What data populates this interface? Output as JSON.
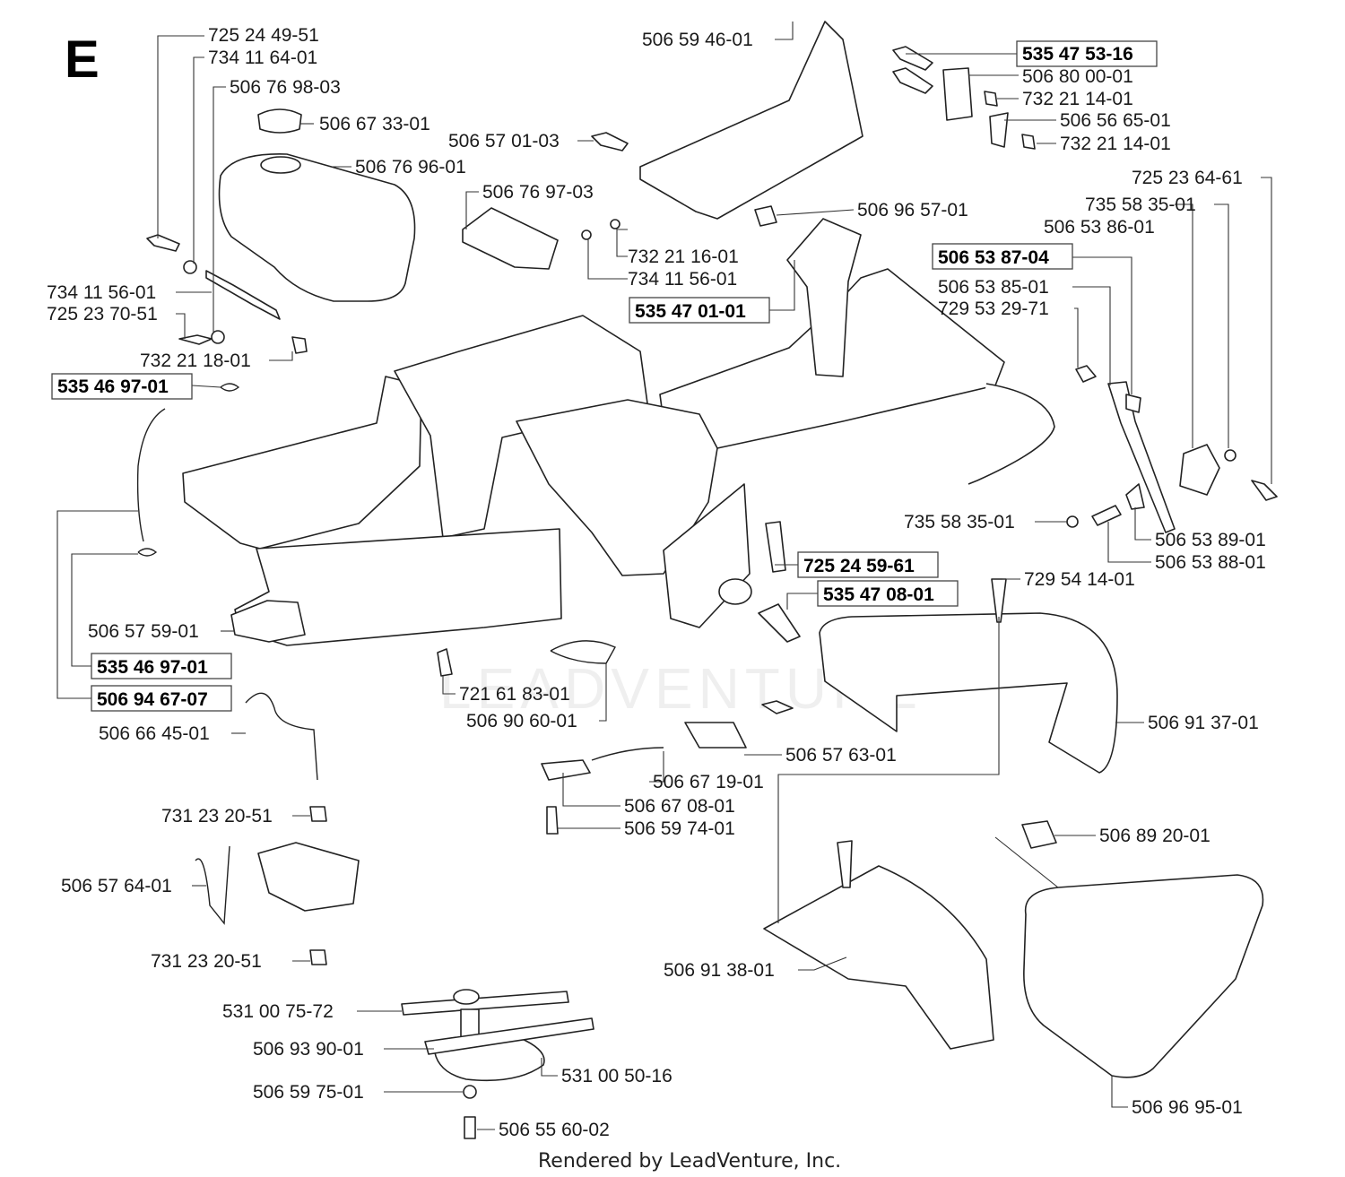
{
  "section_letter": "E",
  "footer": "Rendered by LeadVenture, Inc.",
  "watermark": "LEADVENTURE",
  "labels": [
    {
      "id": "l01",
      "text": "725 24 49-51",
      "boxed": false
    },
    {
      "id": "l02",
      "text": "734 11 64-01",
      "boxed": false
    },
    {
      "id": "l03",
      "text": "506 76 98-03",
      "boxed": false
    },
    {
      "id": "l04",
      "text": "506 67 33-01",
      "boxed": false
    },
    {
      "id": "l05",
      "text": "506 76 96-01",
      "boxed": false
    },
    {
      "id": "l06",
      "text": "506 76 97-03",
      "boxed": false
    },
    {
      "id": "l07",
      "text": "732 21 16-01",
      "boxed": false
    },
    {
      "id": "l08",
      "text": "734 11 56-01",
      "boxed": false
    },
    {
      "id": "l09",
      "text": "734 11 56-01",
      "boxed": false
    },
    {
      "id": "l10",
      "text": "725 23 70-51",
      "boxed": false
    },
    {
      "id": "l11",
      "text": "732 21 18-01",
      "boxed": false
    },
    {
      "id": "l12",
      "text": "535 46 97-01",
      "boxed": true
    },
    {
      "id": "l13",
      "text": "506 59 46-01",
      "boxed": false
    },
    {
      "id": "l14",
      "text": "506 57 01-03",
      "boxed": false
    },
    {
      "id": "l15",
      "text": "535 47 53-16",
      "boxed": true
    },
    {
      "id": "l16",
      "text": "506 80 00-01",
      "boxed": false
    },
    {
      "id": "l17",
      "text": "732 21 14-01",
      "boxed": false
    },
    {
      "id": "l18",
      "text": "506 56 65-01",
      "boxed": false
    },
    {
      "id": "l19",
      "text": "732 21 14-01",
      "boxed": false
    },
    {
      "id": "l20",
      "text": "725 23 64-61",
      "boxed": false
    },
    {
      "id": "l21",
      "text": "735 58 35-01",
      "boxed": false
    },
    {
      "id": "l22",
      "text": "506 53 86-01",
      "boxed": false
    },
    {
      "id": "l23",
      "text": "506 96 57-01",
      "boxed": false
    },
    {
      "id": "l24",
      "text": "506 53 87-04",
      "boxed": true
    },
    {
      "id": "l25",
      "text": "506 53 85-01",
      "boxed": false
    },
    {
      "id": "l26",
      "text": "729 53 29-71",
      "boxed": false
    },
    {
      "id": "l27",
      "text": "535 47 01-01",
      "boxed": true
    },
    {
      "id": "l28",
      "text": "735 58 35-01",
      "boxed": false
    },
    {
      "id": "l29",
      "text": "506 53 89-01",
      "boxed": false
    },
    {
      "id": "l30",
      "text": "506 53 88-01",
      "boxed": false
    },
    {
      "id": "l31",
      "text": "725 24 59-61",
      "boxed": true
    },
    {
      "id": "l32",
      "text": "729 54 14-01",
      "boxed": false
    },
    {
      "id": "l33",
      "text": "535 47 08-01",
      "boxed": true
    },
    {
      "id": "l34",
      "text": "506 57 59-01",
      "boxed": false
    },
    {
      "id": "l35",
      "text": "535 46 97-01",
      "boxed": true
    },
    {
      "id": "l36",
      "text": "506 94 67-07",
      "boxed": true
    },
    {
      "id": "l37",
      "text": "721 61 83-01",
      "boxed": false
    },
    {
      "id": "l38",
      "text": "506 90 60-01",
      "boxed": false
    },
    {
      "id": "l39",
      "text": "506 66 45-01",
      "boxed": false
    },
    {
      "id": "l40",
      "text": "506 91 37-01",
      "boxed": false
    },
    {
      "id": "l41",
      "text": "506 57 63-01",
      "boxed": false
    },
    {
      "id": "l42",
      "text": "506 67 19-01",
      "boxed": false
    },
    {
      "id": "l43",
      "text": "506 67 08-01",
      "boxed": false
    },
    {
      "id": "l44",
      "text": "506 59 74-01",
      "boxed": false
    },
    {
      "id": "l45",
      "text": "731 23 20-51",
      "boxed": false
    },
    {
      "id": "l46",
      "text": "506 57 64-01",
      "boxed": false
    },
    {
      "id": "l47",
      "text": "731 23 20-51",
      "boxed": false
    },
    {
      "id": "l48",
      "text": "506 89 20-01",
      "boxed": false
    },
    {
      "id": "l49",
      "text": "506 91 38-01",
      "boxed": false
    },
    {
      "id": "l50",
      "text": "531 00 75-72",
      "boxed": false
    },
    {
      "id": "l51",
      "text": "506 93 90-01",
      "boxed": false
    },
    {
      "id": "l52",
      "text": "531 00 50-16",
      "boxed": false
    },
    {
      "id": "l53",
      "text": "506 59 75-01",
      "boxed": false
    },
    {
      "id": "l54",
      "text": "506 55 60-02",
      "boxed": false
    },
    {
      "id": "l55",
      "text": "506 96 95-01",
      "boxed": false
    }
  ]
}
